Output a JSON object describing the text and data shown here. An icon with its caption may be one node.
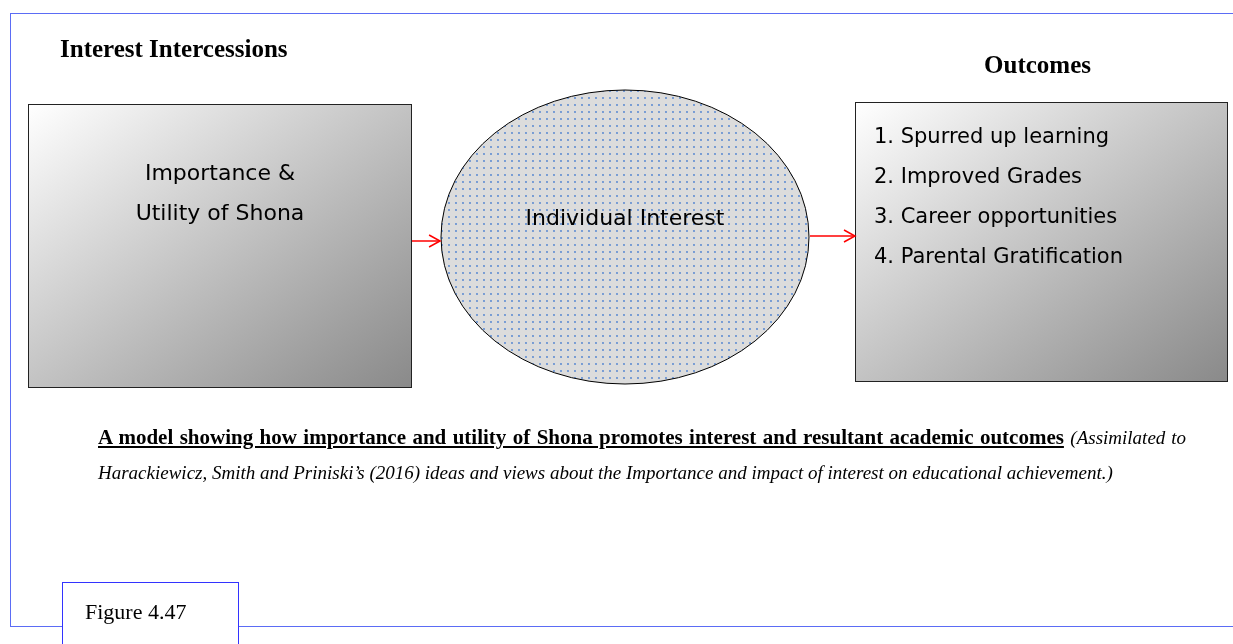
{
  "diagram": {
    "caption": "**A model showing how importance and utility of Shona promotes interest and resultant academic outcomes** *(Assimilated to Harackiewicz, Smith and Priniski’s (2016) ideas and views about the Importance and impact of interest on educational achievement.)*",
    "nodes": [
      {
        "text": [
          "Interest Intercessions",
          "Importance & Utility of Shona"
        ]
      },
      {
        "text": [
          "Individual Interest"
        ]
      },
      {
        "text": [
          "Outcomes",
          "1. Spurred up learning",
          "2. Improved Grades",
          "3. Career opportunities",
          "4. Parental Gratification"
        ]
      },
      {
        "text": [
          "Figure 4.47"
        ]
      }
    ],
    "edges": [
      {
        "from": 0,
        "to": 1,
        "arrow": "to"
      },
      {
        "from": 1,
        "to": 2,
        "arrow": "to"
      }
    ]
  }
}
